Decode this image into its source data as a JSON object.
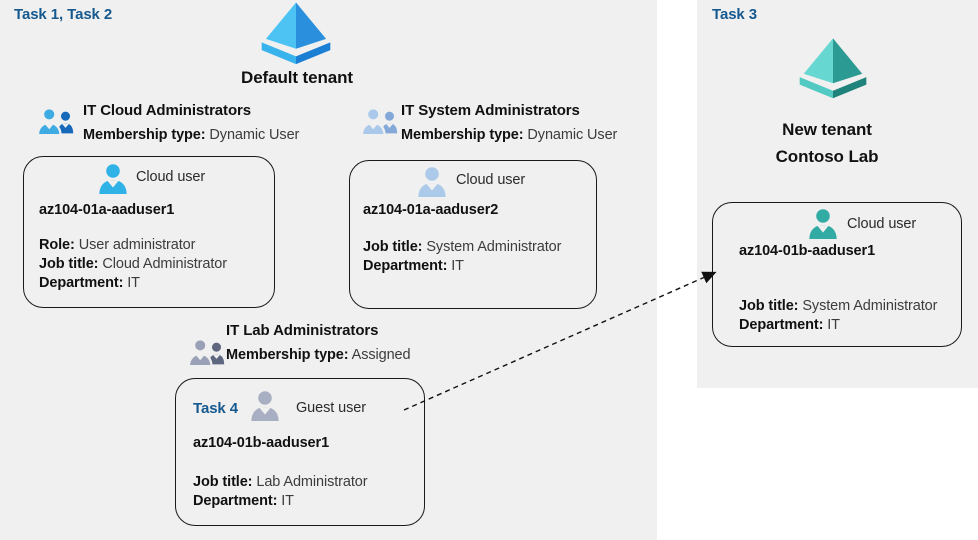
{
  "colors": {
    "task_blue": "#15598f",
    "panel_bg": "#f0f0f0",
    "pyramid_blue_left": "#4cc3f3",
    "pyramid_blue_right": "#2a90dd",
    "pyramid_blue_band_left": "#38b3ec",
    "pyramid_blue_band_right": "#1b7fd4",
    "pyramid_teal_left": "#67d7d1",
    "pyramid_teal_right": "#2a9a92",
    "pyramid_teal_band_left": "#52c9c2",
    "pyramid_teal_band_right": "#1f837b",
    "group1_front": "#3fabe3",
    "group1_back": "#1668ba",
    "group2_front": "#aac9ea",
    "group2_back": "#84a9d9",
    "group3_front": "#9aa1b6",
    "group3_back": "#5f6680",
    "user1_icon": "#2fb2e6",
    "user2_icon": "#abc9e9",
    "user3_icon": "#a9afc2",
    "user4_icon": "#31aba4",
    "arrow": "#111111"
  },
  "left": {
    "task_label": "Task 1, Task 2",
    "tenant_title": "Default tenant",
    "groups": [
      {
        "name": "IT Cloud Administrators",
        "membership_label": "Membership type:",
        "membership_value": "Dynamic User"
      },
      {
        "name": "IT System Administrators",
        "membership_label": "Membership type:",
        "membership_value": "Dynamic User"
      },
      {
        "name": "IT Lab Administrators",
        "membership_label": "Membership type:",
        "membership_value": "Assigned"
      }
    ],
    "users": [
      {
        "type_label": "Cloud user",
        "name": "az104-01a-aaduser1",
        "fields": [
          {
            "label": "Role:",
            "value": "User administrator"
          },
          {
            "label": "Job title:",
            "value": "Cloud Administrator"
          },
          {
            "label": "Department:",
            "value": "IT"
          }
        ]
      },
      {
        "type_label": "Cloud user",
        "name": "az104-01a-aaduser2",
        "fields": [
          {
            "label": "Job title:",
            "value": "System Administrator"
          },
          {
            "label": "Department:",
            "value": "IT"
          }
        ]
      },
      {
        "task_label": "Task 4",
        "type_label": "Guest user",
        "name": "az104-01b-aaduser1",
        "fields": [
          {
            "label": "Job title:",
            "value": "Lab Administrator"
          },
          {
            "label": "Department:",
            "value": "IT"
          }
        ]
      }
    ]
  },
  "right": {
    "task_label": "Task 3",
    "tenant_title_line1": "New tenant",
    "tenant_title_line2": "Contoso Lab",
    "user": {
      "type_label": "Cloud user",
      "name": "az104-01b-aaduser1",
      "fields": [
        {
          "label": "Job title:",
          "value": "System Administrator"
        },
        {
          "label": "Department:",
          "value": "IT"
        }
      ]
    }
  }
}
